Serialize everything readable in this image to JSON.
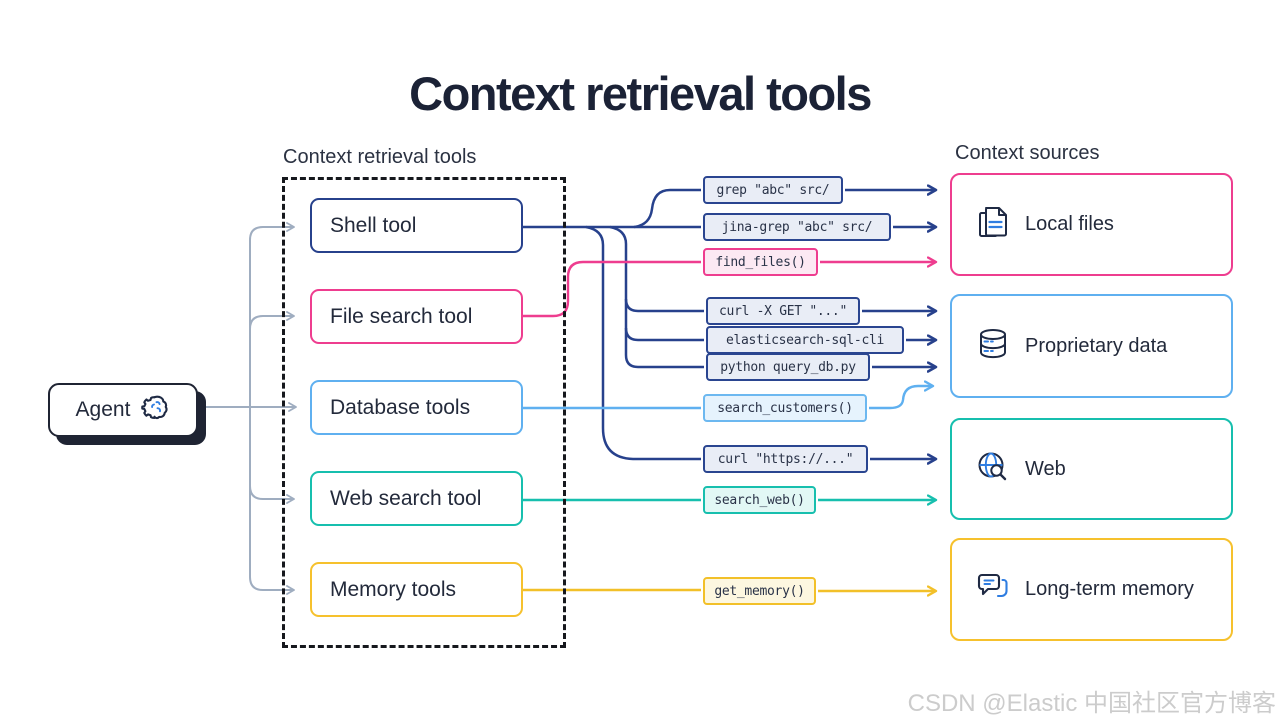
{
  "title": "Context retrieval tools",
  "diagram": {
    "tools_group_label": "Context retrieval tools",
    "sources_group_label": "Context sources",
    "agent": {
      "label": "Agent",
      "icon": "gear-brain-icon"
    },
    "tools": [
      {
        "id": "shell",
        "label": "Shell tool",
        "color": "#27418c"
      },
      {
        "id": "file-search",
        "label": "File search tool",
        "color": "#ee3d8f"
      },
      {
        "id": "database",
        "label": "Database tools",
        "color": "#5fb0f0"
      },
      {
        "id": "web-search",
        "label": "Web search tool",
        "color": "#17bfae"
      },
      {
        "id": "memory",
        "label": "Memory tools",
        "color": "#f6c12d"
      }
    ],
    "commands": [
      {
        "label": "grep \"abc\" src/",
        "color": "navy",
        "from": "Shell tool",
        "to": "Local files"
      },
      {
        "label": "jina-grep \"abc\" src/",
        "color": "navy",
        "from": "Shell tool",
        "to": "Local files"
      },
      {
        "label": "find_files()",
        "color": "pink",
        "from": "File search tool",
        "to": "Local files"
      },
      {
        "label": "curl -X GET \"...\"",
        "color": "navy",
        "from": "Shell tool",
        "to": "Proprietary data"
      },
      {
        "label": "elasticsearch-sql-cli",
        "color": "navy",
        "from": "Shell tool",
        "to": "Proprietary data"
      },
      {
        "label": "python query_db.py",
        "color": "navy",
        "from": "Shell tool",
        "to": "Proprietary data"
      },
      {
        "label": "search_customers()",
        "color": "blue",
        "from": "Database tools",
        "to": "Proprietary data"
      },
      {
        "label": "curl \"https://...\"",
        "color": "navy",
        "from": "Shell tool",
        "to": "Web"
      },
      {
        "label": "search_web()",
        "color": "teal",
        "from": "Web search tool",
        "to": "Web"
      },
      {
        "label": "get_memory()",
        "color": "yellow",
        "from": "Memory tools",
        "to": "Long-term memory"
      }
    ],
    "sources": [
      {
        "label": "Local files",
        "icon": "documents-icon",
        "color": "#ee3d8f"
      },
      {
        "label": "Proprietary data",
        "icon": "database-icon",
        "color": "#5fb0f0"
      },
      {
        "label": "Web",
        "icon": "globe-search-icon",
        "color": "#17bfae"
      },
      {
        "label": "Long-term memory",
        "icon": "chat-bubbles-icon",
        "color": "#f6c12d"
      }
    ],
    "line_colors": {
      "navy": "#27418c",
      "pink": "#ee3d8f",
      "blue": "#5fb0f0",
      "teal": "#17bfae",
      "yellow": "#f2c029",
      "gray": "#9fadc0"
    }
  },
  "watermark": "CSDN @Elastic 中国社区官方博客"
}
